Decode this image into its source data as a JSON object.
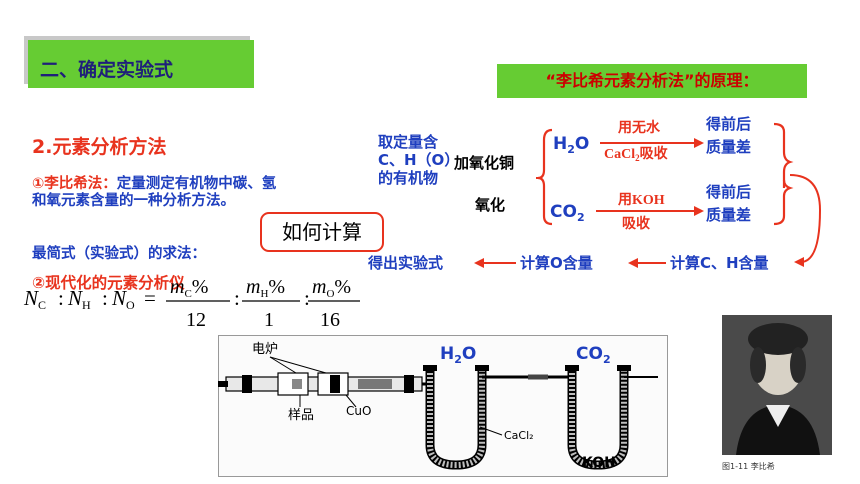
{
  "header": {
    "title": "二、确定实验式"
  },
  "principle": {
    "label": "“李比希元素分析法”的原理："
  },
  "method": {
    "heading": "2.元素分析方法",
    "liebig_title": "①李比希法：",
    "liebig_desc": "定量测定有机物中碳、氢和氧元素含量的一种分析方法。",
    "formula_label": "最简式（实验式）的求法：",
    "modern": "②现代化的元素分析仪",
    "calc_prompt": "如何计算"
  },
  "formula": {
    "nc": "N",
    "nc_sub": "C",
    "nh": "N",
    "nh_sub": "H",
    "no": "N",
    "no_sub": "O",
    "mc": "m",
    "mc_sub": "C",
    "mh": "m",
    "mh_sub": "H",
    "mo": "m",
    "mo_sub": "O",
    "d1": "12",
    "d2": "1",
    "d3": "16",
    "pct": "%"
  },
  "flow": {
    "sample": "取定量含\nC、H（O）\n的有机物",
    "reagent": "加氧化铜",
    "oxidize": "氧化",
    "h2o": "H",
    "h2o_sub": "2",
    "h2o_end": "O",
    "co2": "CO",
    "co2_sub": "2",
    "absorb1_top": "用无水",
    "absorb1_bot_a": "CaCl",
    "absorb1_bot_sub": "2",
    "absorb1_bot_b": "吸收",
    "absorb2_top": "用KOH",
    "absorb2_bot": "吸收",
    "result1": "得前后\n质量差",
    "result2": "得前后\n质量差",
    "calc_ch": "计算C、H含量",
    "calc_o": "计算O含量",
    "conclude": "得出实验式"
  },
  "apparatus": {
    "furnace": "电炉",
    "sample": "样品",
    "cuo": "CuO",
    "h2o": "H",
    "h2o_sub": "2",
    "h2o_end": "O",
    "co2": "CO",
    "co2_sub": "2",
    "cacl2": "CaCl₂",
    "koh": "KOH"
  },
  "portrait": {
    "caption": "图1-11  李比希"
  },
  "colors": {
    "green": "#66cc33",
    "red": "#e8331e",
    "blue": "#1f3fbf",
    "navy": "#1f1f7a"
  }
}
